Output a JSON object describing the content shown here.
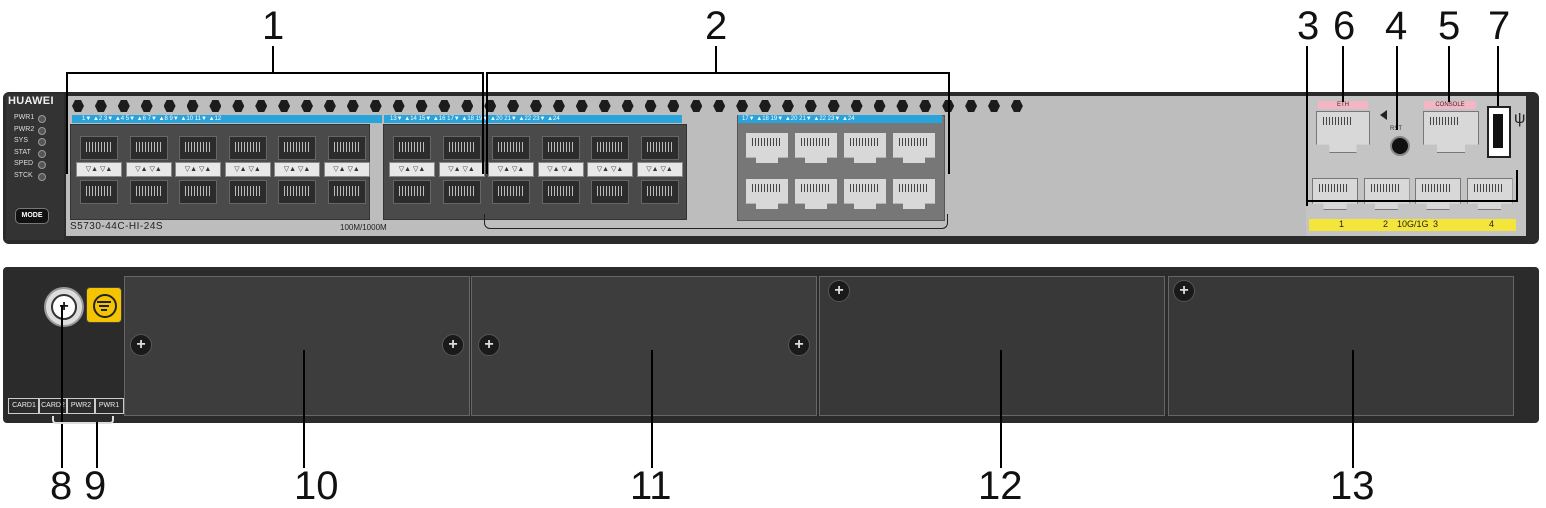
{
  "callouts": {
    "c1": "1",
    "c2": "2",
    "c3": "3",
    "c4": "4",
    "c5": "5",
    "c6": "6",
    "c7": "7",
    "c8": "8",
    "c9": "9",
    "c10": "10",
    "c11": "11",
    "c12": "12",
    "c13": "13"
  },
  "front": {
    "brand": "HUAWEI",
    "leds": [
      "PWR1",
      "PWR2",
      "SYS",
      "STAT",
      "SPED",
      "STCK"
    ],
    "mode_button": "MODE",
    "model": "S5730-44C-HI-24S",
    "speed": "100M/1000M",
    "port_strip_1": "1▼ ▲2   3▼ ▲4   5▼ ▲6   7▼ ▲8   9▼ ▲10   11▼ ▲12",
    "port_strip_2": "13▼ ▲14  15▼ ▲16  17▼ ▲18  19▼ ▲20  21▼ ▲22  23▼ ▲24",
    "port_strip_rj": "17▼ ▲18  19▼ ▲20  21▼ ▲22  23▼ ▲24",
    "eth_label": "ETH",
    "console_label": "CONSOLE",
    "rst_label": "RST",
    "uplink_1": "1",
    "uplink_2": "2",
    "uplink_speed": "10G/1G",
    "uplink_3": "3",
    "uplink_4": "4",
    "usb_symbol": "ψ"
  },
  "rear": {
    "labels": [
      "CARD1",
      "CARD2",
      "PWR2",
      "PWR1"
    ]
  },
  "colors": {
    "port_strip_blue": "#29a3dc",
    "uplink_yellow": "#f3e53a",
    "mgmt_pink": "#f4b6c4",
    "ground_yellow": "#f5c400"
  }
}
